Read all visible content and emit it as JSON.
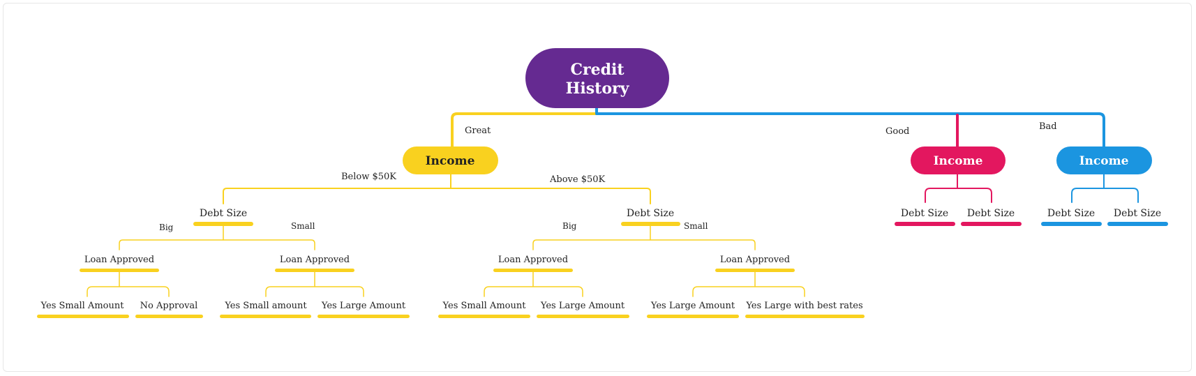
{
  "colors": {
    "root": "#652a91",
    "yellow": "#f9d11f",
    "pink": "#e3175f",
    "blue": "#1b95e0",
    "text": "#222222",
    "white": "#ffffff"
  },
  "tree": {
    "root": {
      "label_line1": "Credit",
      "label_line2": "History"
    },
    "branches": {
      "great": {
        "edge_label": "Great",
        "node": "Income",
        "below": {
          "edge_label": "Below $50K",
          "node": "Debt Size",
          "big": {
            "edge_label": "Big",
            "node": "Loan Approved",
            "leaves": [
              "Yes Small Amount",
              "No Approval"
            ]
          },
          "small": {
            "edge_label": "Small",
            "node": "Loan Approved",
            "leaves": [
              "Yes Small amount",
              "Yes Large Amount"
            ]
          }
        },
        "above": {
          "edge_label": "Above $50K",
          "node": "Debt Size",
          "big": {
            "edge_label": "Big",
            "node": "Loan Approved",
            "leaves": [
              "Yes Small Amount",
              "Yes Large Amount"
            ]
          },
          "small": {
            "edge_label": "Small",
            "node": "Loan Approved",
            "leaves": [
              "Yes Large Amount",
              "Yes Large with best rates"
            ]
          }
        }
      },
      "good": {
        "edge_label": "Good",
        "node": "Income",
        "children": [
          "Debt Size",
          "Debt Size"
        ]
      },
      "bad": {
        "edge_label": "Bad",
        "node": "Income",
        "children": [
          "Debt Size",
          "Debt Size"
        ]
      }
    }
  }
}
